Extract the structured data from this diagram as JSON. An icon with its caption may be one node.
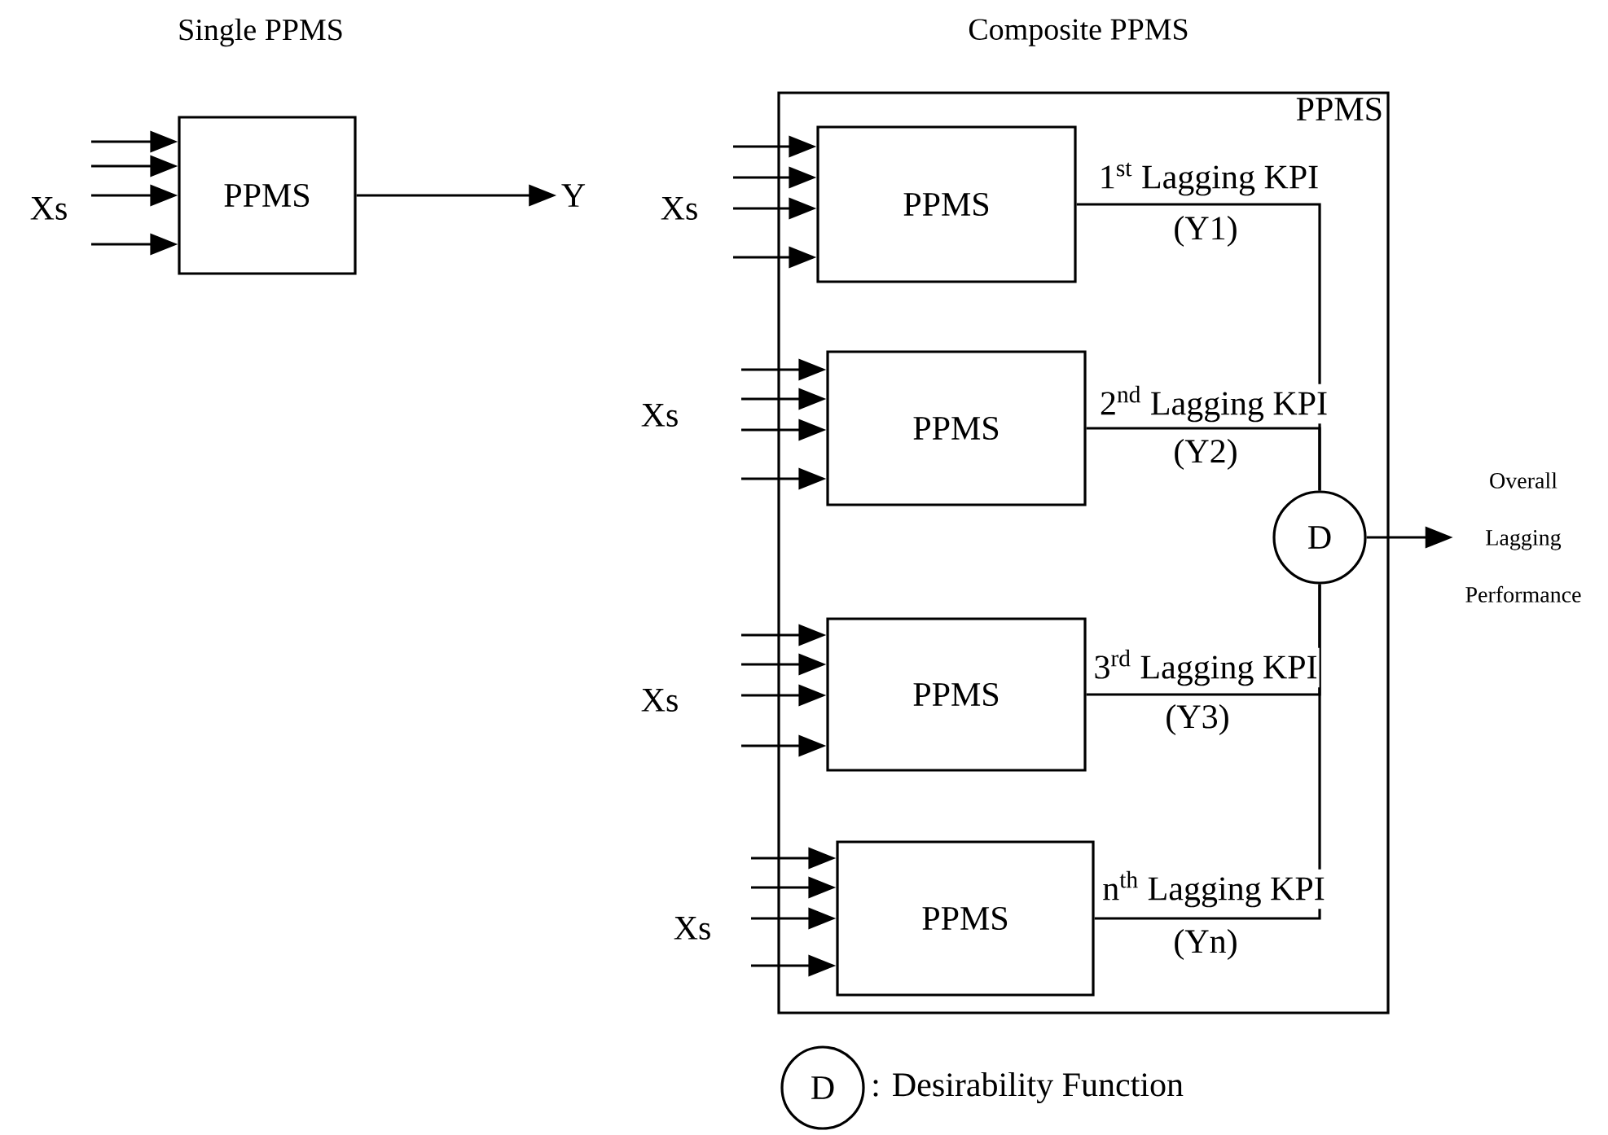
{
  "diagram": {
    "nodes": [
      {
        "text": [
          "PPMS"
        ]
      },
      {
        "text": [
          "Y"
        ]
      },
      {
        "text": [
          "PPMS"
        ]
      },
      {
        "text": [
          "PPMS"
        ],
        "in": 2
      },
      {
        "text": [
          "PPMS"
        ],
        "in": 2
      },
      {
        "text": [
          "PPMS"
        ],
        "in": 2
      },
      {
        "text": [
          "PPMS"
        ],
        "in": 2
      },
      {
        "text": [
          "D"
        ],
        "in": 2
      },
      {
        "text": [
          "Overall Lagging Performance"
        ]
      },
      {
        "text": [
          "D"
        ],
        "beside": [
          ": Desirability Function"
        ]
      }
    ],
    "edges": [
      {
        "from": null,
        "to": 0,
        "arrow": "to"
      },
      {
        "from": null,
        "to": 0,
        "arrow": "to"
      },
      {
        "from": null,
        "to": 0,
        "arrow": "to"
      },
      {
        "from": null,
        "to": 0,
        "arrow": "to"
      },
      {
        "from": 0,
        "to": 1,
        "arrow": "to"
      },
      {
        "from": null,
        "to": 3,
        "arrow": "to"
      },
      {
        "from": null,
        "to": 3,
        "arrow": "to"
      },
      {
        "from": null,
        "to": 3,
        "arrow": "to"
      },
      {
        "from": null,
        "to": 3,
        "arrow": "to"
      },
      {
        "from": null,
        "to": 4,
        "arrow": "to"
      },
      {
        "from": null,
        "to": 4,
        "arrow": "to"
      },
      {
        "from": null,
        "to": 4,
        "arrow": "to"
      },
      {
        "from": null,
        "to": 4,
        "arrow": "to"
      },
      {
        "from": null,
        "to": 5,
        "arrow": "to"
      },
      {
        "from": null,
        "to": 5,
        "arrow": "to"
      },
      {
        "from": null,
        "to": 5,
        "arrow": "to"
      },
      {
        "from": null,
        "to": 5,
        "arrow": "to"
      },
      {
        "from": null,
        "to": 6,
        "arrow": "to"
      },
      {
        "from": null,
        "to": 6,
        "arrow": "to"
      },
      {
        "from": null,
        "to": 6,
        "arrow": "to"
      },
      {
        "from": null,
        "to": 6,
        "arrow": "to"
      },
      {
        "from": 3,
        "to": 7,
        "arrow": "none",
        "label": "1$^{st}$ Lagging KPI"
      },
      {
        "from": 4,
        "to": 7,
        "arrow": "none",
        "label": "2$^{nd}$ Lagging KPI"
      },
      {
        "from": 5,
        "to": 7,
        "arrow": "none",
        "label": "3$^{rd}$ Lagging KPI"
      },
      {
        "from": 6,
        "to": 7,
        "arrow": "none",
        "label": "n$^{th}$ Lagging KPI"
      },
      {
        "from": 7,
        "to": 8,
        "arrow": "to"
      }
    ],
    "labels": [
      "Single PPMS",
      "Composite PPMS",
      "Xs",
      "Xs",
      "Xs",
      "Xs",
      "Xs",
      "(Y1)",
      "(Y2)",
      "(Y3)",
      "(Yn)"
    ]
  }
}
